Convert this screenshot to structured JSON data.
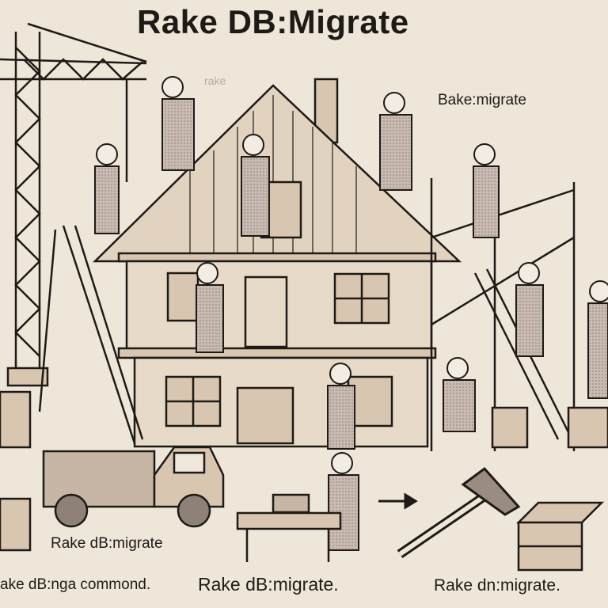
{
  "title": "Rake DB:Migrate",
  "labels": {
    "faint_rake": "rake",
    "right_label": "Bake:migrate",
    "truck_label": "Rake dB:migrate",
    "bottom_left": "ake dB:nga commond.",
    "bottom_mid": "Rake dB:migrate.",
    "bottom_right": "Rake dn:migrate."
  },
  "colors": {
    "background": "#efe6da",
    "ink": "#1e1a16",
    "wood": "#d8c6b0",
    "shade": "#b8a796",
    "worker_cloth": "#b7aaa3"
  }
}
